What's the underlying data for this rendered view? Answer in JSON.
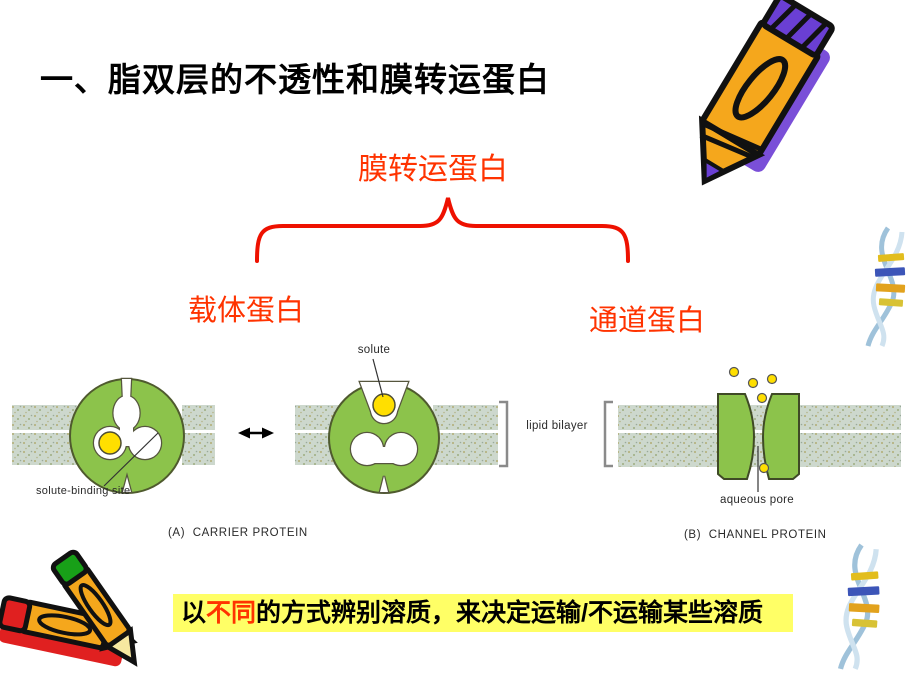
{
  "title": "一、脂双层的不透性和膜转运蛋白",
  "annotations": {
    "membrane_transport_protein": "膜转运蛋白",
    "carrier_protein": "载体蛋白",
    "channel_protein": "通道蛋白"
  },
  "figure": {
    "solute_label": "solute",
    "solute_binding_site_label": "solute-binding site",
    "lipid_bilayer_label": "lipid bilayer",
    "caption_a": "(A)  CARRIER PROTEIN",
    "aqueous_pore_label": "aqueous pore",
    "caption_b": "(B)  CHANNEL PROTEIN"
  },
  "callout": {
    "prefix": "以",
    "highlight": "不同",
    "suffix": "的方式辨别溶质，来决定运输/不运输某些溶质"
  },
  "colors": {
    "accent_red": "#ff3300",
    "brace_red": "#ee1100",
    "callout_bg": "#ffff66",
    "protein_green": "#8cc34b",
    "solute_yellow": "#ffdf00",
    "membrane_gray_green": "#cdd8cd"
  },
  "decorations": {
    "top_right": "crayon-icon",
    "bottom_left": "crossed-crayons-icon",
    "middle_right": "dna-helix-icon",
    "bottom_right": "dna-helix-icon"
  }
}
